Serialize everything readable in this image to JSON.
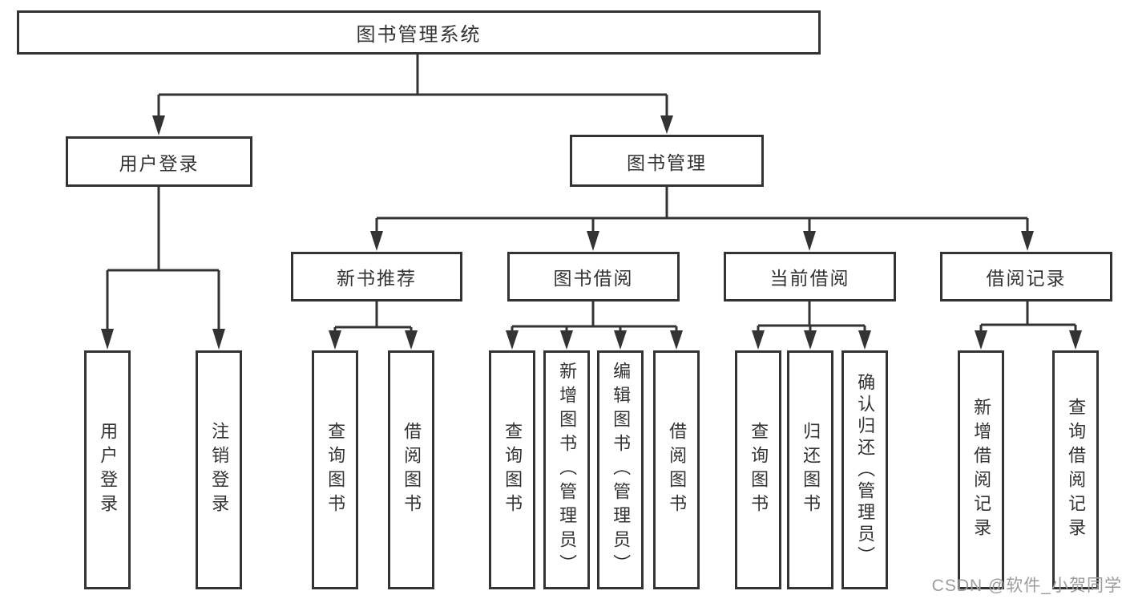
{
  "nodes": {
    "root": "图书管理系统",
    "user_login": "用户登录",
    "book_management": "图书管理",
    "new_book_recommend": "新书推荐",
    "book_borrow": "图书借阅",
    "current_borrow": "当前借阅",
    "borrow_records": "借阅记录",
    "leaf_user_login": "用户登录",
    "leaf_logout": "注销登录",
    "leaf_nb_query_book": "查询图书",
    "leaf_nb_borrow_book": "借阅图书",
    "leaf_bb_query_book": "查询图书",
    "leaf_bb_add_book": "新增图书（管理员）",
    "leaf_bb_edit_book": "编辑图书（管理员）",
    "leaf_bb_borrow_book": "借阅图书",
    "leaf_cb_query_book": "查询图书",
    "leaf_cb_return_book": "归还图书",
    "leaf_cb_confirm_return": "确认归还（管理员）",
    "leaf_br_add_record": "新增借阅记录",
    "leaf_br_query_record": "查询借阅记录"
  },
  "tree": {
    "图书管理系统": {
      "用户登录": [
        "用户登录",
        "注销登录"
      ],
      "图书管理": {
        "新书推荐": [
          "查询图书",
          "借阅图书"
        ],
        "图书借阅": [
          "查询图书",
          "新增图书（管理员）",
          "编辑图书（管理员）",
          "借阅图书"
        ],
        "当前借阅": [
          "查询图书",
          "归还图书",
          "确认归还（管理员）"
        ],
        "借阅记录": [
          "新增借阅记录",
          "查询借阅记录"
        ]
      }
    }
  },
  "watermark": "CSDN @软件_小贺同学",
  "colors": {
    "line": "#333333",
    "text": "#333333",
    "watermark": "#9c9c9c",
    "background": "#ffffff"
  }
}
